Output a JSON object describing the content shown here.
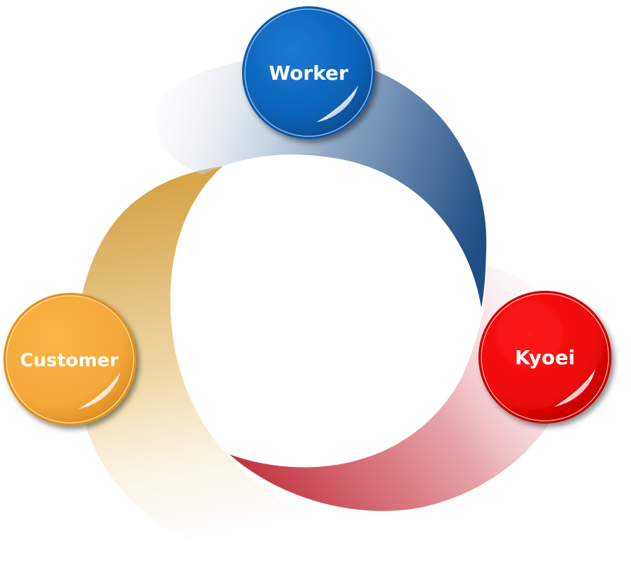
{
  "diagram": {
    "type": "cycle",
    "nodes": [
      {
        "id": "worker",
        "label": "Worker",
        "color": "#1168c0"
      },
      {
        "id": "kyoei",
        "label": "Kyoei",
        "color": "#f01010"
      },
      {
        "id": "customer",
        "label": "Customer",
        "color": "#f5a93a"
      }
    ],
    "arcs": [
      {
        "from": "worker",
        "to": "kyoei",
        "color": "#1f4e85"
      },
      {
        "from": "kyoei",
        "to": "customer",
        "color": "#c0303a"
      },
      {
        "from": "customer",
        "to": "worker",
        "color": "#d6a44a"
      }
    ]
  }
}
